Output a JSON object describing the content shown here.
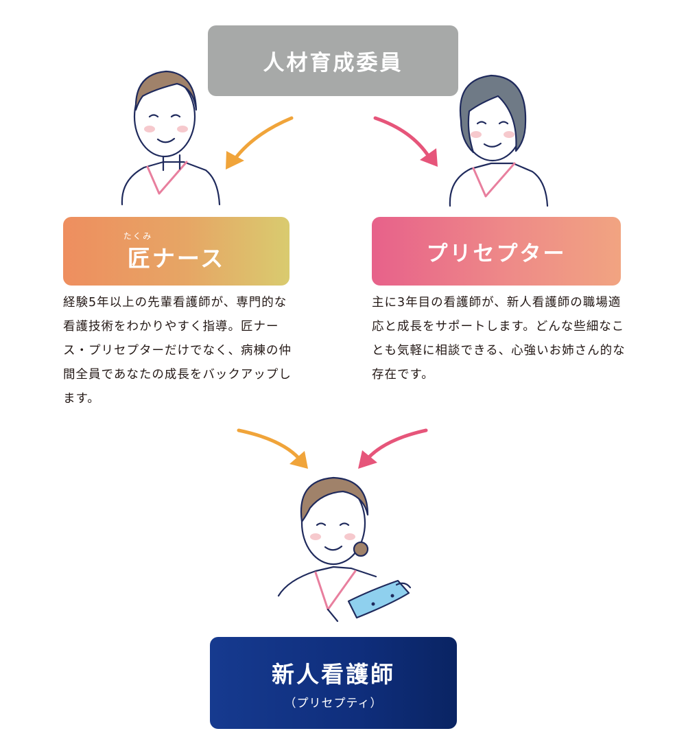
{
  "committee": {
    "label": "人材育成委員"
  },
  "takumi": {
    "ruby": "たくみ",
    "label": "匠ナース",
    "description": "経験5年以上の先輩看護師が、専門的な看護技術をわかりやすく指導。匠ナース・プリセプターだけでなく、病棟の仲間全員であなたの成長をバックアップします。"
  },
  "preceptor": {
    "label": "プリセプター",
    "description": "主に3年目の看護師が、新人看護師の職場適応と成長をサポートします。どんな些細なことも気軽に相談できる、心強いお姉さん的な存在です。"
  },
  "new_nurse": {
    "label": "新人看護師",
    "sublabel": "（プリセプティ）"
  },
  "colors": {
    "committee": "#a7a9a8",
    "takumi_arrow": "#f0a43a",
    "preceptor_arrow": "#e6557a",
    "new_nurse": "#0f2e7c"
  },
  "icons": [
    "takumi-nurse-illustration",
    "preceptor-nurse-illustration",
    "new-nurse-illustration"
  ]
}
